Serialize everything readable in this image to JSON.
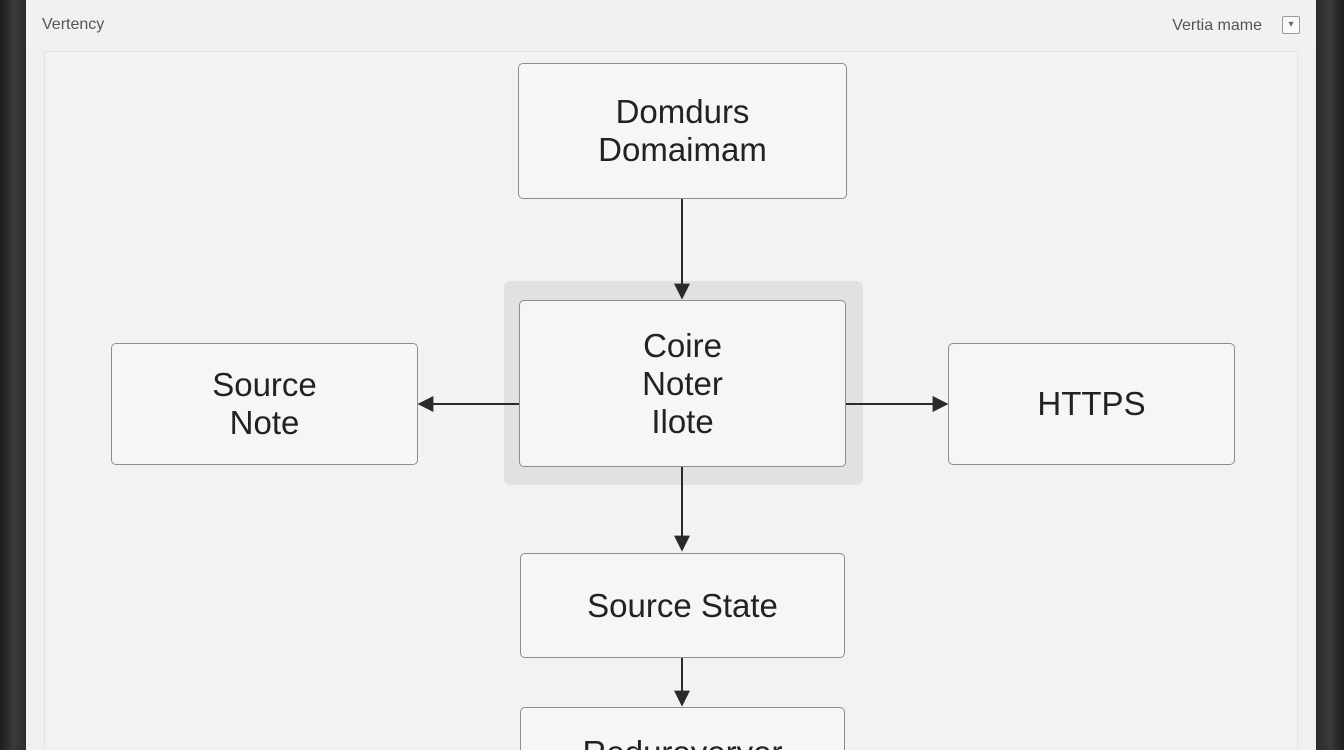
{
  "header": {
    "app_title": "Vertency",
    "view_label": "Vertia mame",
    "menu_glyph": "▾"
  },
  "diagram": {
    "nodes": {
      "domain": [
        "Domdurs",
        "Domaimam"
      ],
      "core": [
        "Coire",
        "Noter",
        "Ilote"
      ],
      "source_note": [
        "Source",
        "Note"
      ],
      "https": [
        "HTTPS"
      ],
      "source_state": [
        "Source State"
      ],
      "bottom": [
        "Reduroverver"
      ]
    },
    "edges": [
      {
        "from": "domain",
        "to": "core"
      },
      {
        "from": "core",
        "to": "source_note"
      },
      {
        "from": "core",
        "to": "https"
      },
      {
        "from": "core",
        "to": "source_state"
      },
      {
        "from": "source_state",
        "to": "bottom"
      }
    ]
  },
  "colors": {
    "edge": "#2a2a2a",
    "node_border": "#8d8d8d",
    "highlight": "#e1e1e0"
  }
}
